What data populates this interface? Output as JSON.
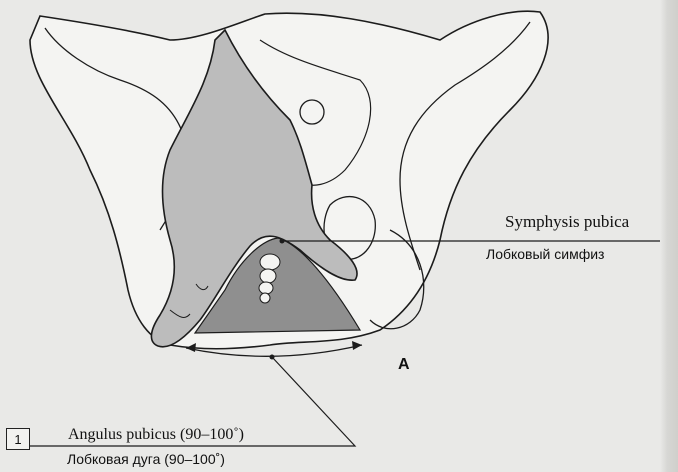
{
  "labels": {
    "symphysis_latin": "Symphysis pubica",
    "symphysis_russian": "Лобковый симфиз",
    "angulus_latin": "Angulus pubicus (90–100˚)",
    "angulus_russian": "Лобковая дуга (90–100˚)",
    "view_letter": "A",
    "figure_number": "1"
  },
  "colors": {
    "hand_fill": "#bcbcbc",
    "arch_fill": "#8f8f8f",
    "bone_fill": "#f4f4f2",
    "outline": "#1c1c1c",
    "background": "#e9e9e7"
  }
}
